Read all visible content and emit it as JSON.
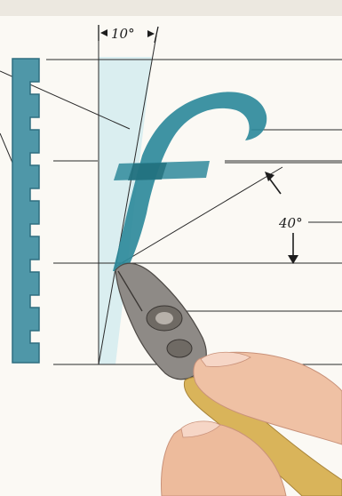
{
  "annotations": {
    "slant_angle": "10°",
    "pen_angle": "40°"
  },
  "colors": {
    "paper": "#fbf9f4",
    "guide_line": "#2a2a2a",
    "slant_band": "#d6ecf0",
    "ink": "#2f8a9b",
    "ink_dark": "#1f6b78",
    "ladder": "#4f97a8",
    "pen_nib": "#8e8a86",
    "pen_holder": "#d9b45a",
    "skin": "#efc1a4"
  },
  "illustration": {
    "letter": "f",
    "ladder_steps": 7,
    "tool": "pen-nib",
    "hand": "fingers-holding-pen"
  }
}
